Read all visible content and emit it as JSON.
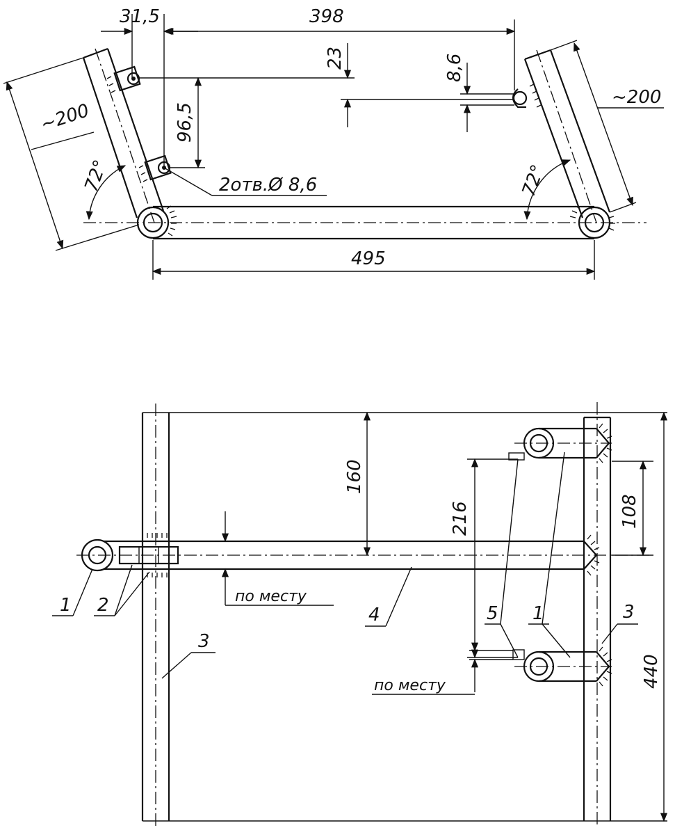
{
  "side_view": {
    "dims": {
      "d31_5": "31,5",
      "d398": "398",
      "d23": "23",
      "d8_6": "8,6",
      "d96_5": "96,5",
      "d200_left": "~200",
      "d200_right": "~200",
      "d72_left": "72°",
      "d72_right": "72°",
      "d495": "495"
    },
    "holes_note": "2отв.Ø 8,6"
  },
  "top_view": {
    "dims": {
      "d160": "160",
      "d216": "216",
      "d108": "108",
      "d440": "440"
    },
    "note_left": "по месту",
    "note_right": "по месту",
    "callouts": {
      "c1_left": "1",
      "c2": "2",
      "c3_left": "3",
      "c4": "4",
      "c5": "5",
      "c1_right": "1",
      "c3_right": "3"
    }
  }
}
